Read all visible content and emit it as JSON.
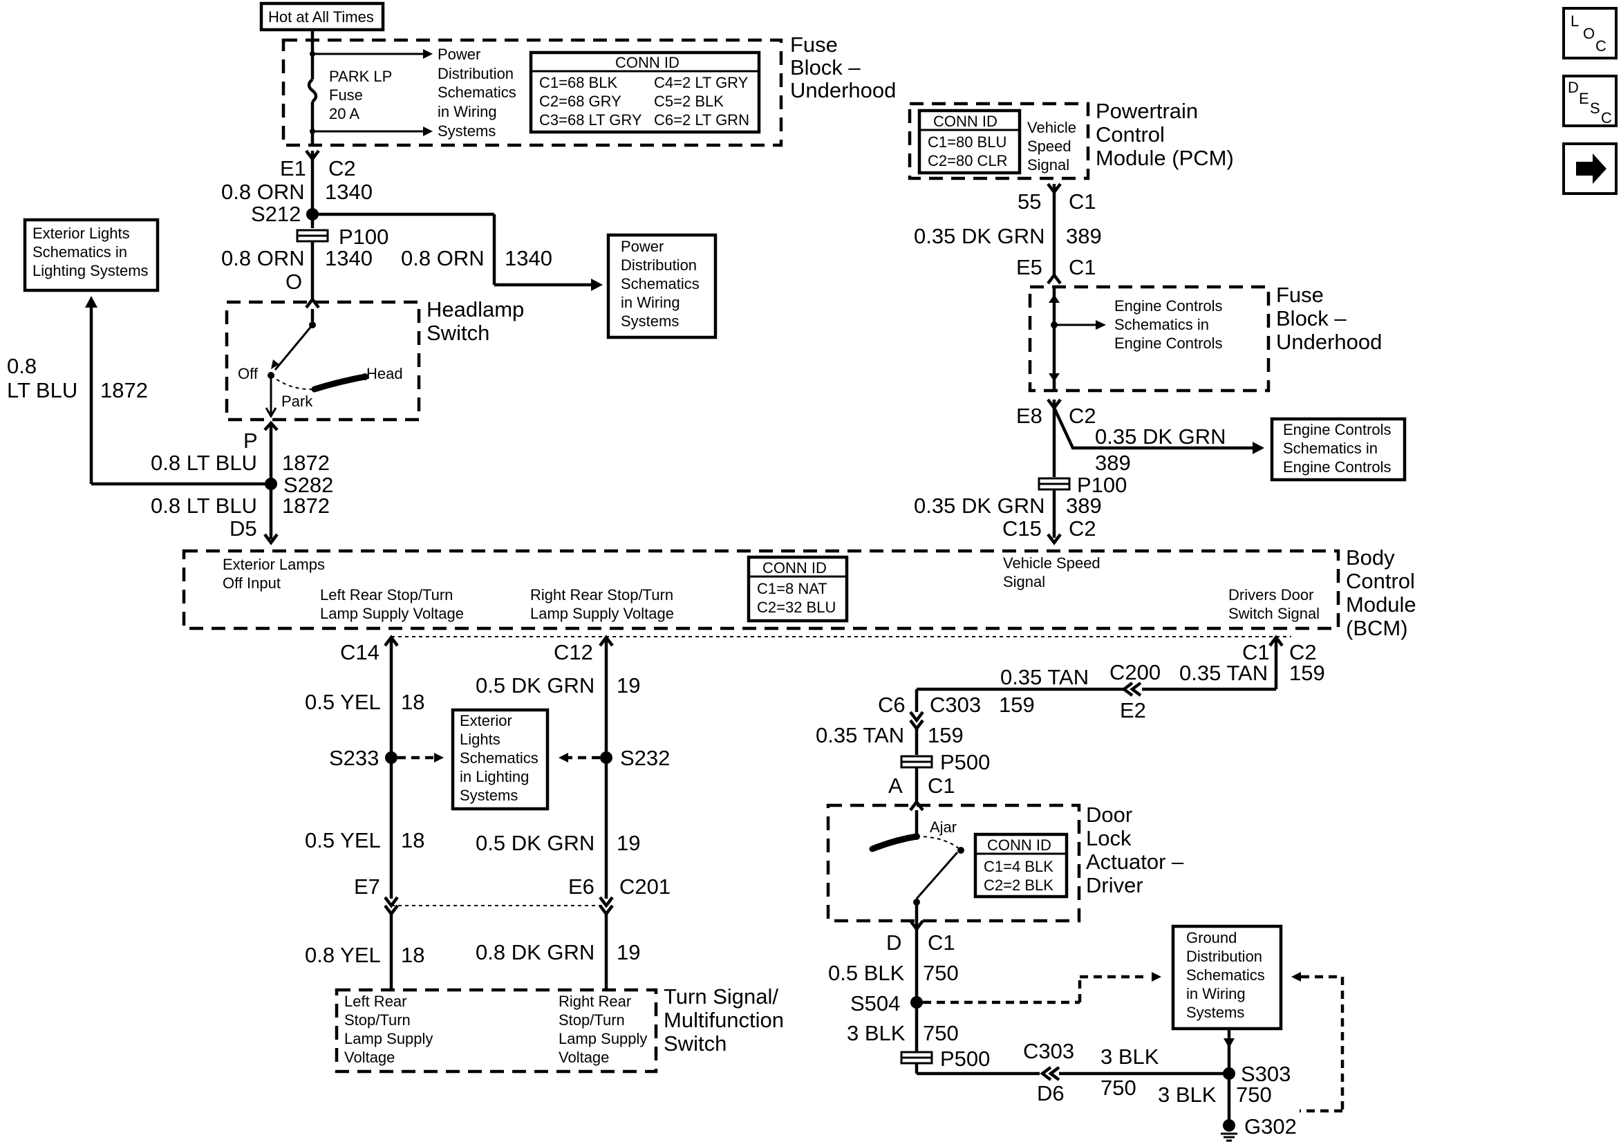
{
  "hot_label": "Hot at All Times",
  "fuse_block_top": {
    "title": [
      "Fuse",
      "Block –",
      "Underhood"
    ],
    "fuse_label": [
      "PARK LP",
      "Fuse",
      "20 A"
    ],
    "ref": [
      "Power",
      "Distribution",
      "Schematics",
      "in Wiring",
      "Systems"
    ],
    "conn": {
      "title": "CONN ID",
      "rows": [
        "C1=68 BLK",
        "C2=68 GRY",
        "C3=68 LT GRY"
      ],
      "rows2": [
        "C4=2 LT GRY",
        "C5=2 BLK",
        "C6=2 LT GRN"
      ]
    }
  },
  "left_circuit": {
    "e1": "E1",
    "c2": "C2",
    "w1": "0.8 ORN",
    "c1340a": "1340",
    "s212": "S212",
    "p100": "P100",
    "w2": "0.8 ORN",
    "c1340b": "1340",
    "w3": "0.8 ORN",
    "c1340c": "1340",
    "o": "O",
    "p": "P",
    "w4": "0.8 LT BLU",
    "c1872a": "1872",
    "s282": "S282",
    "w5": "0.8 LT BLU",
    "c1872b": "1872",
    "d5": "D5",
    "side_wire": "0.8",
    "side_wire2": "LT BLU",
    "side_circuit": "1872"
  },
  "ext_lights_ref": [
    "Exterior Lights",
    "Schematics in",
    "Lighting Systems"
  ],
  "power_ref_mid": [
    "Power",
    "Distribution",
    "Schematics",
    "in Wiring",
    "Systems"
  ],
  "headlamp": {
    "title": [
      "Headlamp",
      "Switch"
    ],
    "off": "Off",
    "park": "Park",
    "head": "Head"
  },
  "pcm": {
    "title": [
      "Powertrain",
      "Control",
      "Module (PCM)"
    ],
    "conn": {
      "title": "CONN ID",
      "rows": [
        "C1=80 BLU",
        "C2=80 CLR"
      ]
    },
    "signal": [
      "Vehicle",
      "Speed",
      "Signal"
    ]
  },
  "right_circuit": {
    "p55": "55",
    "c1a": "C1",
    "w1": "0.35 DK GRN",
    "c389a": "389",
    "e5": "E5",
    "c1b": "C1",
    "e8": "E8",
    "c2a": "C2",
    "w2": "0.35 DK GRN",
    "c389b": "389",
    "p100": "P100",
    "w3": "0.35 DK GRN",
    "c389c": "389",
    "c15": "C15",
    "c2b": "C2"
  },
  "fuse_block_right": {
    "title": [
      "Fuse",
      "Block –",
      "Underhood"
    ],
    "ref": [
      "Engine Controls",
      "Schematics in",
      "Engine Controls"
    ]
  },
  "engine_ref": [
    "Engine Controls",
    "Schematics in",
    "Engine Controls"
  ],
  "bcm": {
    "title": [
      "Body",
      "Control",
      "Module",
      "(BCM)"
    ],
    "ext_lamps": [
      "Exterior Lamps",
      "Off Input"
    ],
    "left_rear": [
      "Left Rear Stop/Turn",
      "Lamp Supply Voltage"
    ],
    "right_rear": [
      "Right Rear Stop/Turn",
      "Lamp Supply Voltage"
    ],
    "conn": {
      "title": "CONN ID",
      "rows": [
        "C1=8 NAT",
        "C2=32 BLU"
      ]
    },
    "vss": [
      "Vehicle Speed",
      "Signal"
    ],
    "door": [
      "Drivers Door",
      "Switch Signal"
    ]
  },
  "turn_circuit": {
    "c14": "C14",
    "c12": "C12",
    "y1": "0.5 YEL",
    "n18a": "18",
    "g1": "0.5 DK GRN",
    "n19a": "19",
    "s233": "S233",
    "s232": "S232",
    "y2": "0.5 YEL",
    "n18b": "18",
    "g2": "0.5 DK GRN",
    "n19b": "19",
    "e7": "E7",
    "e6": "E6",
    "c201": "C201",
    "y3": "0.8 YEL",
    "n18c": "18",
    "g3": "0.8 DK GRN",
    "n19c": "19"
  },
  "ext_ref_mid": [
    "Exterior",
    "Lights",
    "Schematics",
    "in Lighting",
    "Systems"
  ],
  "turn_switch": {
    "title": [
      "Turn Signal/",
      "Multifunction",
      "Switch"
    ],
    "left": [
      "Left Rear",
      "Stop/Turn",
      "Lamp Supply",
      "Voltage"
    ],
    "right": [
      "Right Rear",
      "Stop/Turn",
      "Lamp Supply",
      "Voltage"
    ]
  },
  "door_circuit": {
    "c1": "C1",
    "c2": "C2",
    "t1": "0.35 TAN",
    "n159a": "159",
    "t2": "0.35 TAN",
    "c200": "C200",
    "e2": "E2",
    "c6": "C6",
    "c303": "C303",
    "n159b": "159",
    "t3": "0.35 TAN",
    "n159c": "159",
    "p500": "P500",
    "a": "A",
    "c1b": "C1",
    "d": "D",
    "c1c": "C1",
    "b1": "0.5 BLK",
    "n750a": "750",
    "s504": "S504",
    "b2": "3 BLK",
    "n750b": "750",
    "p500b": "P500",
    "c303b": "C303",
    "d6": "D6",
    "b3": "3 BLK",
    "n750c": "750",
    "s303": "S303",
    "b4": "3 BLK",
    "n750d": "750",
    "g302": "G302"
  },
  "door_actuator": {
    "title": [
      "Door",
      "Lock",
      "Actuator –",
      "Driver"
    ],
    "ajar": "Ajar",
    "conn": {
      "title": "CONN ID",
      "rows": [
        "C1=4 BLK",
        "C2=2 BLK"
      ]
    }
  },
  "ground_ref": [
    "Ground",
    "Distribution",
    "Schematics",
    "in Wiring",
    "Systems"
  ],
  "nav": {
    "loc": [
      "L",
      "O",
      "C"
    ],
    "desc": [
      "D",
      "E",
      "S",
      "C"
    ],
    "next": "➡"
  }
}
